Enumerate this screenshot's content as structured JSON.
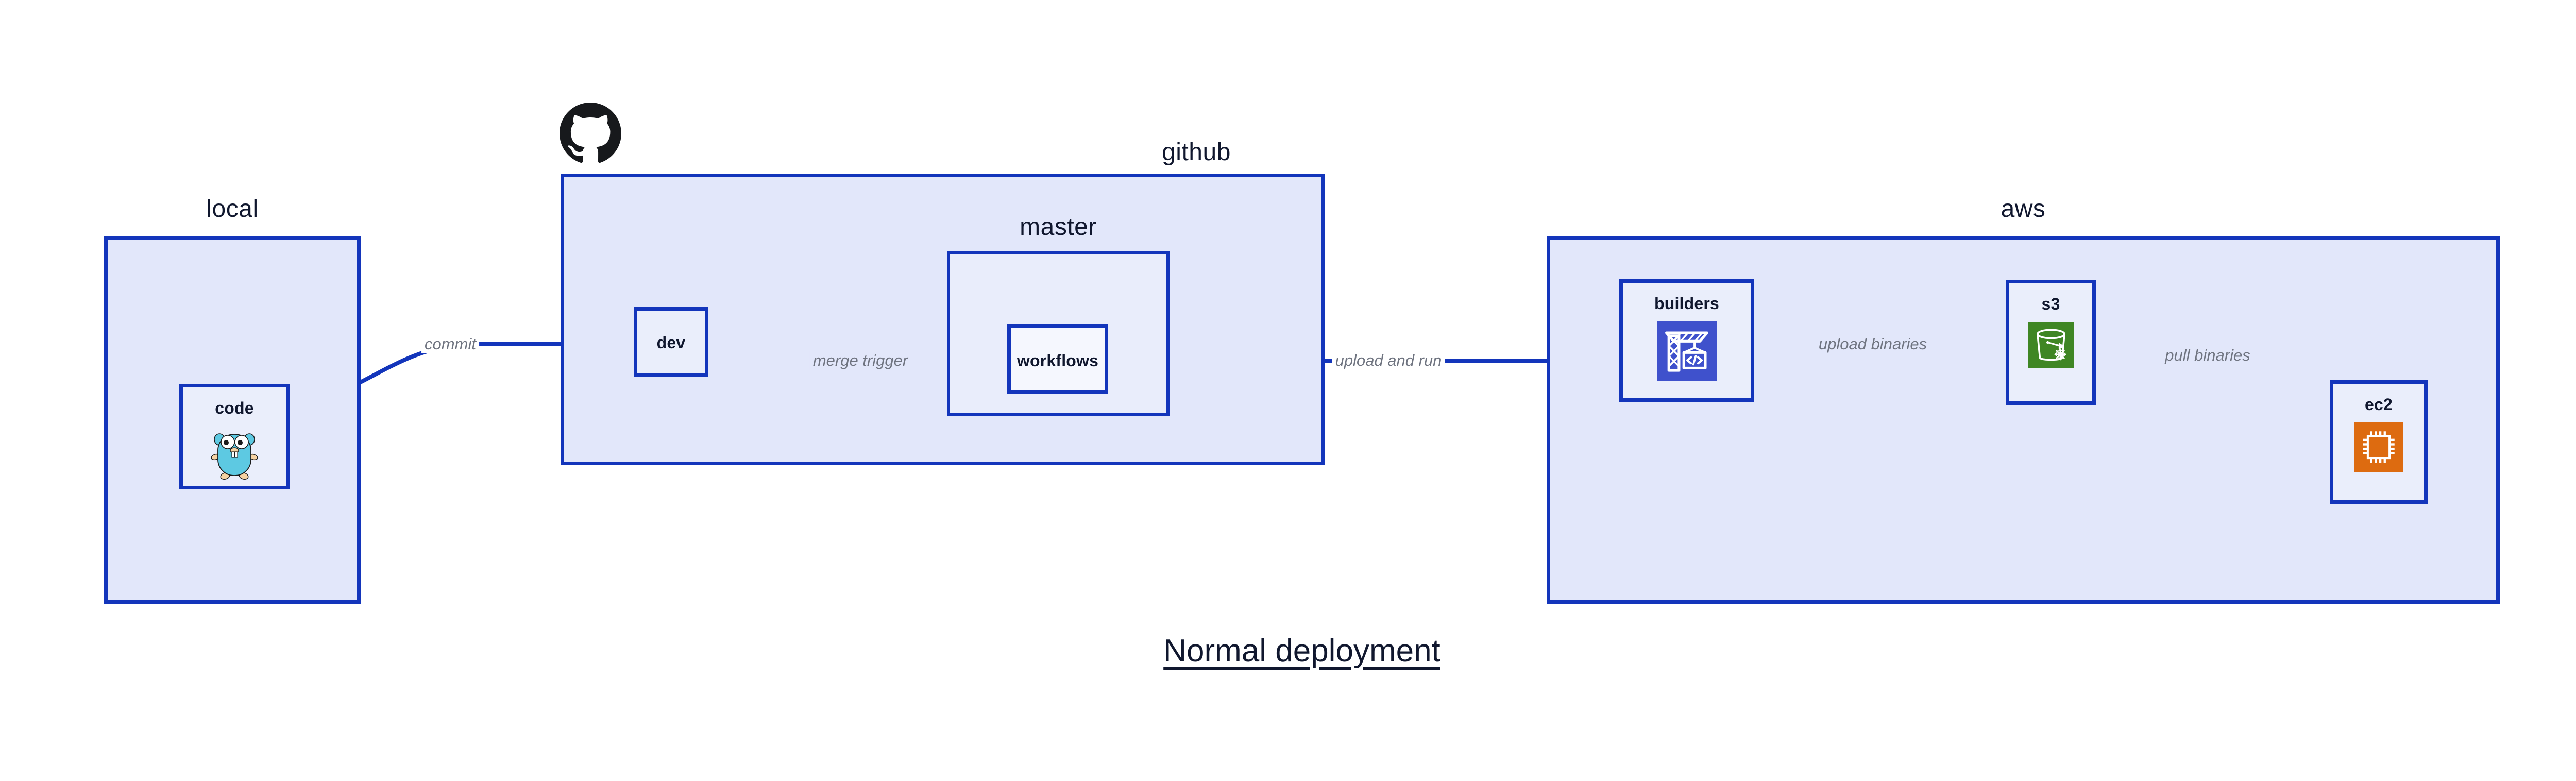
{
  "diagram": {
    "title": "Normal deployment",
    "background_color": "#ffffff",
    "accent_color": "#1335bb",
    "group_fill": "#e2e7fa",
    "node_fill": "#eaeefb",
    "label_color": "#10172e",
    "edge_label_color": "#6f7480"
  },
  "groups": [
    {
      "id": "local",
      "label": "local"
    },
    {
      "id": "github",
      "label": "github"
    },
    {
      "id": "master",
      "label": "master"
    },
    {
      "id": "aws",
      "label": "aws"
    }
  ],
  "nodes": [
    {
      "id": "code",
      "label": "code",
      "icon": "go-gopher-icon"
    },
    {
      "id": "dev",
      "label": "dev",
      "icon": "none"
    },
    {
      "id": "workflows",
      "label": "workflows",
      "icon": "none"
    },
    {
      "id": "builders",
      "label": "builders",
      "icon": "aws-codebuild-icon",
      "icon_color": "#3f51cc"
    },
    {
      "id": "s3",
      "label": "s3",
      "icon": "aws-s3-glacier-icon",
      "icon_color": "#3f8624"
    },
    {
      "id": "ec2",
      "label": "ec2",
      "icon": "aws-ec2-icon",
      "icon_color": "#dd6b10"
    }
  ],
  "edges": [
    {
      "id": "code-to-dev",
      "label": "commit",
      "from": "code",
      "to": "dev"
    },
    {
      "id": "dev-to-workflows",
      "label": "merge trigger",
      "from": "dev",
      "to": "workflows"
    },
    {
      "id": "workflows-to-builders",
      "label": "upload and run",
      "from": "workflows",
      "to": "builders"
    },
    {
      "id": "builders-to-s3",
      "label": "upload binaries",
      "from": "builders",
      "to": "s3"
    },
    {
      "id": "s3-to-ec2",
      "label": "pull binaries",
      "from": "s3",
      "to": "ec2"
    }
  ],
  "logos": [
    {
      "id": "github-logo",
      "name": "github-octocat-logo",
      "color": "#17191c"
    }
  ]
}
